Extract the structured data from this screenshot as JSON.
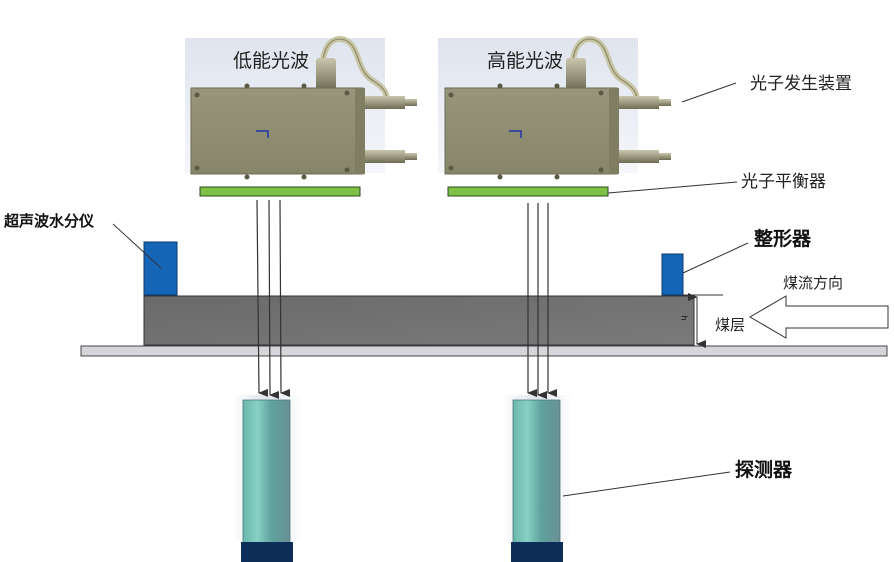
{
  "diagram": {
    "title": "",
    "sources": [
      {
        "label": "低能光波"
      },
      {
        "label": "高能光波"
      }
    ],
    "callouts": {
      "photon_generator": "光子发生装置",
      "photon_balancer": "光子平衡器",
      "ultrasonic_moisture": "超声波水分仪",
      "shaper": "整形器",
      "coal_flow_direction": "煤流方向",
      "coal_layer": "煤层",
      "detector": "探测器",
      "height_symbol": "h"
    },
    "colors": {
      "device_body": "#8c8a6a",
      "balancer": "#7dc246",
      "sensor_block": "#1565b7",
      "coal_layer": "#707070",
      "conveyor": "#d4d6da",
      "detector_body": "#5fa9a3",
      "detector_base": "#0e2e5a",
      "beam": "#333333"
    }
  }
}
